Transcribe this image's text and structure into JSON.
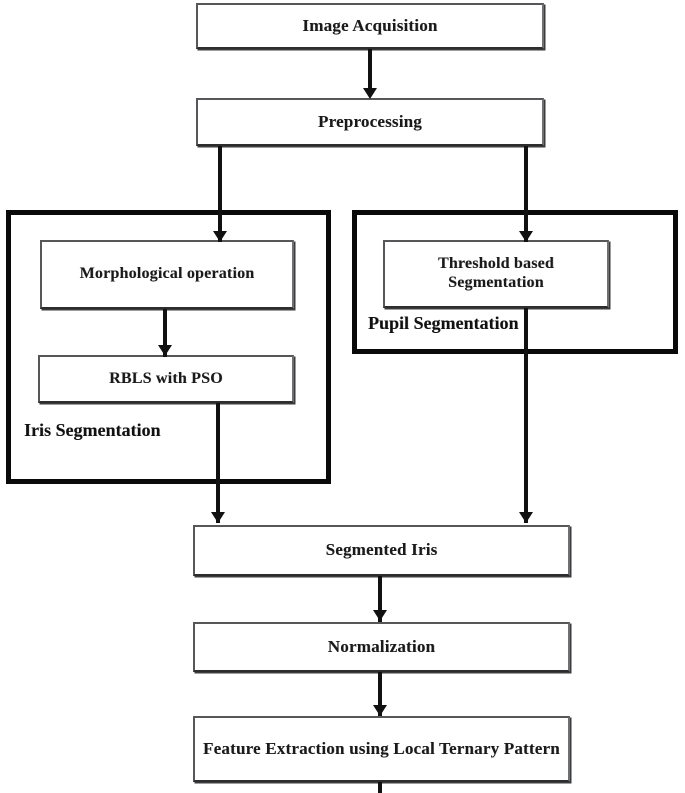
{
  "diagram": {
    "title": "Iris Recognition Processing Pipeline",
    "type": "flowchart",
    "orientation": "top-to-bottom",
    "colors": {
      "node_border": "#55575a",
      "group_border": "#0a0a0a",
      "connector": "#111111",
      "background": "#ffffff",
      "text": "#1a1a1a"
    }
  },
  "nodes": {
    "image_acquisition": {
      "label": "Image Acquisition"
    },
    "preprocessing": {
      "label": "Preprocessing"
    },
    "morphological_operation": {
      "label": "Morphological operation"
    },
    "rbls_with_pso": {
      "label": "RBLS with PSO"
    },
    "threshold_based_segmentation": {
      "label": "Threshold based Segmentation"
    },
    "segmented_iris": {
      "label": "Segmented Iris"
    },
    "normalization": {
      "label": "Normalization"
    },
    "feature_extraction": {
      "label": "Feature Extraction using Local Ternary Pattern"
    }
  },
  "groups": {
    "iris_segmentation": {
      "label": "Iris Segmentation"
    },
    "pupil_segmentation": {
      "label": "Pupil Segmentation"
    }
  },
  "edges": [
    {
      "from": "Image Acquisition",
      "to": "Preprocessing"
    },
    {
      "from": "Preprocessing",
      "to": "Morphological operation"
    },
    {
      "from": "Preprocessing",
      "to": "Threshold based Segmentation"
    },
    {
      "from": "Morphological operation",
      "to": "RBLS with PSO"
    },
    {
      "from": "RBLS with PSO",
      "to": "Segmented Iris"
    },
    {
      "from": "Threshold based Segmentation",
      "to": "Segmented Iris"
    },
    {
      "from": "Segmented Iris",
      "to": "Normalization"
    },
    {
      "from": "Normalization",
      "to": "Feature Extraction using Local Ternary Pattern"
    },
    {
      "from": "Feature Extraction using Local Ternary Pattern",
      "to": "(continues below)"
    }
  ]
}
